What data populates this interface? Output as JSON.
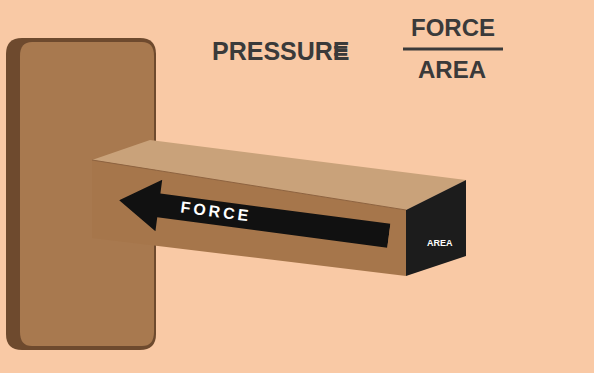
{
  "diagram": {
    "nodes": [
      {
        "text": [
          "FORCE"
        ]
      },
      {
        "text": [
          "AREA"
        ]
      }
    ],
    "labels": [
      "PRESSURE",
      "=",
      "FORCE",
      "AREA"
    ]
  }
}
